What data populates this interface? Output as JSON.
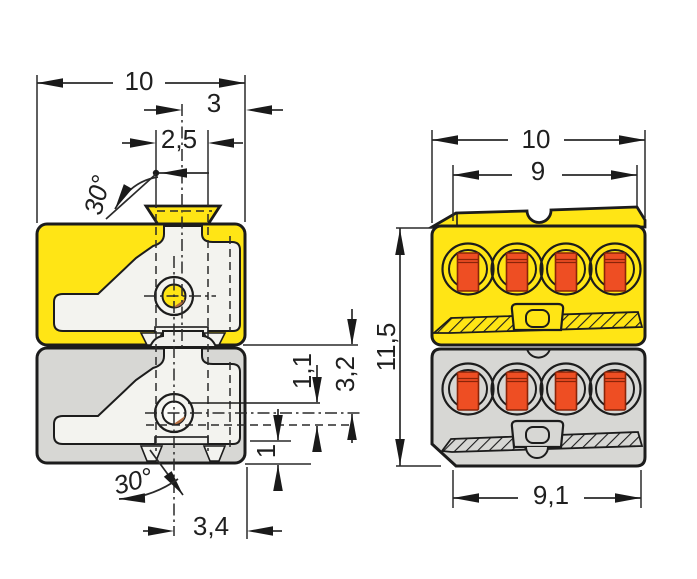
{
  "drawing_title": "connector-technical-drawing",
  "colors": {
    "background": "#ffffff",
    "body_yellow": "#ffe515",
    "body_gray": "#d7d7d4",
    "interior_white": "#f3f3ef",
    "lever_orange": "#ee4e23",
    "pin_brown": "#b06a3d",
    "line_dark": "#1c1c1c"
  },
  "side_view": {
    "dim_overall_width": "10",
    "dim_center_to_edge": "3",
    "dim_slot_width": "2,5",
    "angle_top": "30°",
    "dim_clearance": "1,1",
    "dim_pin_depth": "3,2",
    "dim_wall": "1",
    "dim_pin_to_edge": "3,4",
    "angle_bottom": "30°"
  },
  "front_view": {
    "dim_overall_width": "10",
    "dim_cover_width": "9",
    "dim_overall_height": "11,5",
    "dim_base_width": "9,1"
  }
}
